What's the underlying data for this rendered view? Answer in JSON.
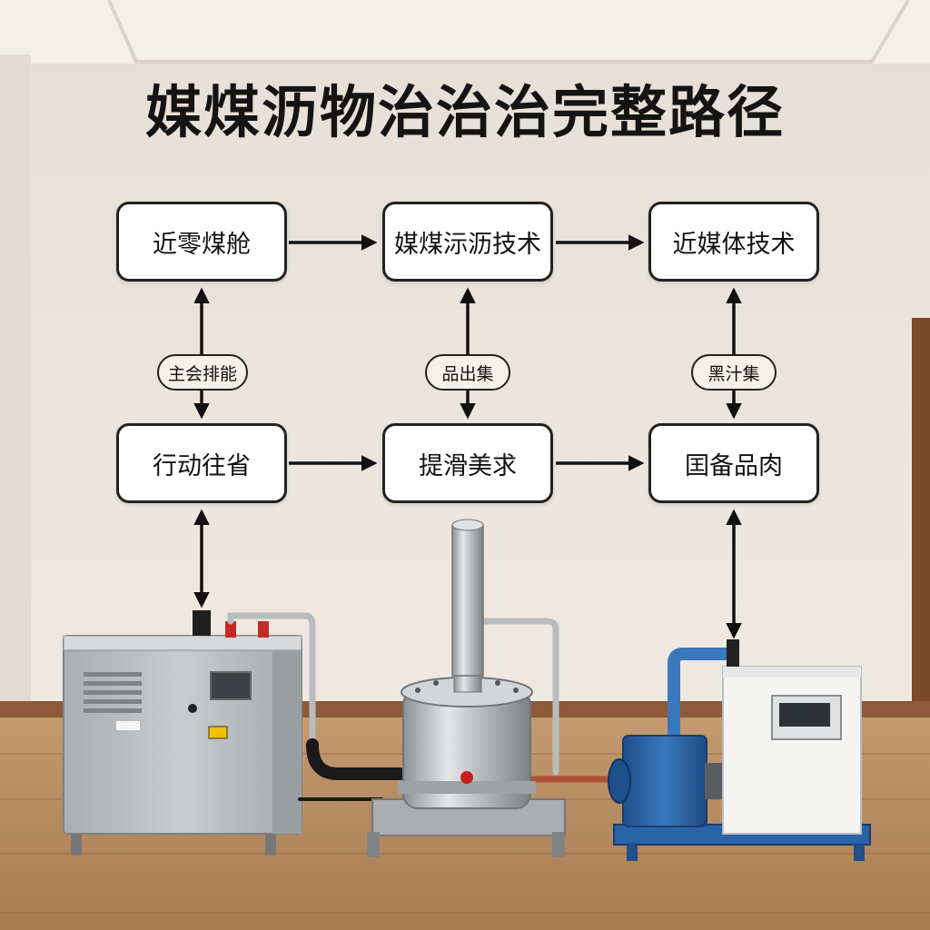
{
  "title": "媒煤沥物治治治完整路径",
  "nodes": {
    "top_left": "近零煤舱",
    "top_center": "媒煤沶沥技术",
    "top_right": "近媒体技术",
    "bottom_left": "行动往省",
    "bottom_center": "提滑美求",
    "bottom_right": "囯备品肉"
  },
  "links": {
    "left": "主会排能",
    "center": "品出集",
    "right": "黑汁集"
  },
  "colors": {
    "wall": "#ece6dd",
    "floor": "#b98a60",
    "box_border": "#222222",
    "steel": "#c4c6c8",
    "pump_blue": "#2a64a8",
    "button_yellow": "#f2c200",
    "indicator_red": "#c81e1e"
  }
}
